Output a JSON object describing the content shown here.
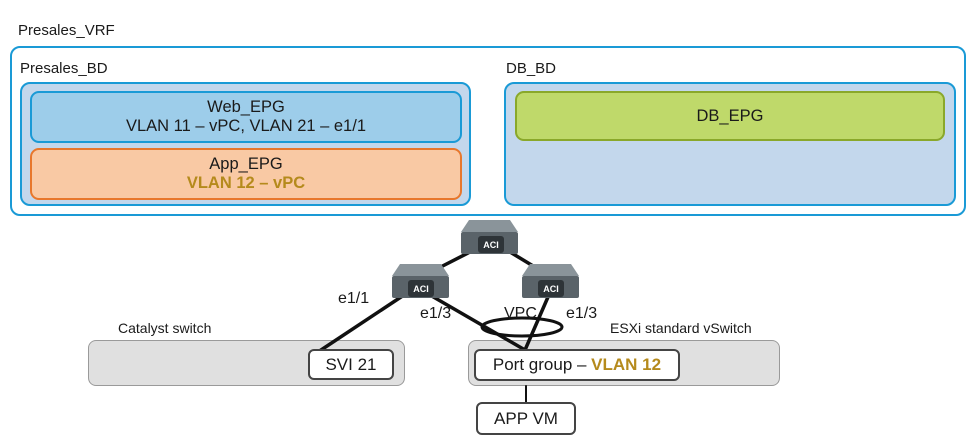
{
  "vrf": {
    "label": "Presales_VRF"
  },
  "presales_bd": {
    "label": "Presales_BD",
    "web_epg": {
      "name": "Web_EPG",
      "detail": "VLAN 11 – vPC, VLAN 21 – e1/1"
    },
    "app_epg": {
      "name": "App_EPG",
      "detail": "VLAN 12 – vPC"
    }
  },
  "db_bd": {
    "label": "DB_BD",
    "db_epg": {
      "name": "DB_EPG"
    }
  },
  "switches": {
    "icon_text": "ACI"
  },
  "links": {
    "e1_1": "e1/1",
    "e1_3_left": "e1/3",
    "vpc": "VPC",
    "e1_3_right": "e1/3"
  },
  "catalyst": {
    "label": "Catalyst switch",
    "svi": "SVI 21"
  },
  "esxi": {
    "label": "ESXi standard vSwitch",
    "portgroup_prefix": "Port group – ",
    "portgroup_vlan": "VLAN 12"
  },
  "vm": {
    "label": "APP VM"
  },
  "colors": {
    "outline_blue": "#1a9ad6",
    "web_fill": "#9dcdea",
    "app_fill": "#f9c9a4",
    "app_border": "#e8772c",
    "db_fill": "#c3d7ec",
    "db_epg_fill": "#bfd96a",
    "db_epg_border": "#8aa82a",
    "vlan_accent": "#b58a1c"
  }
}
